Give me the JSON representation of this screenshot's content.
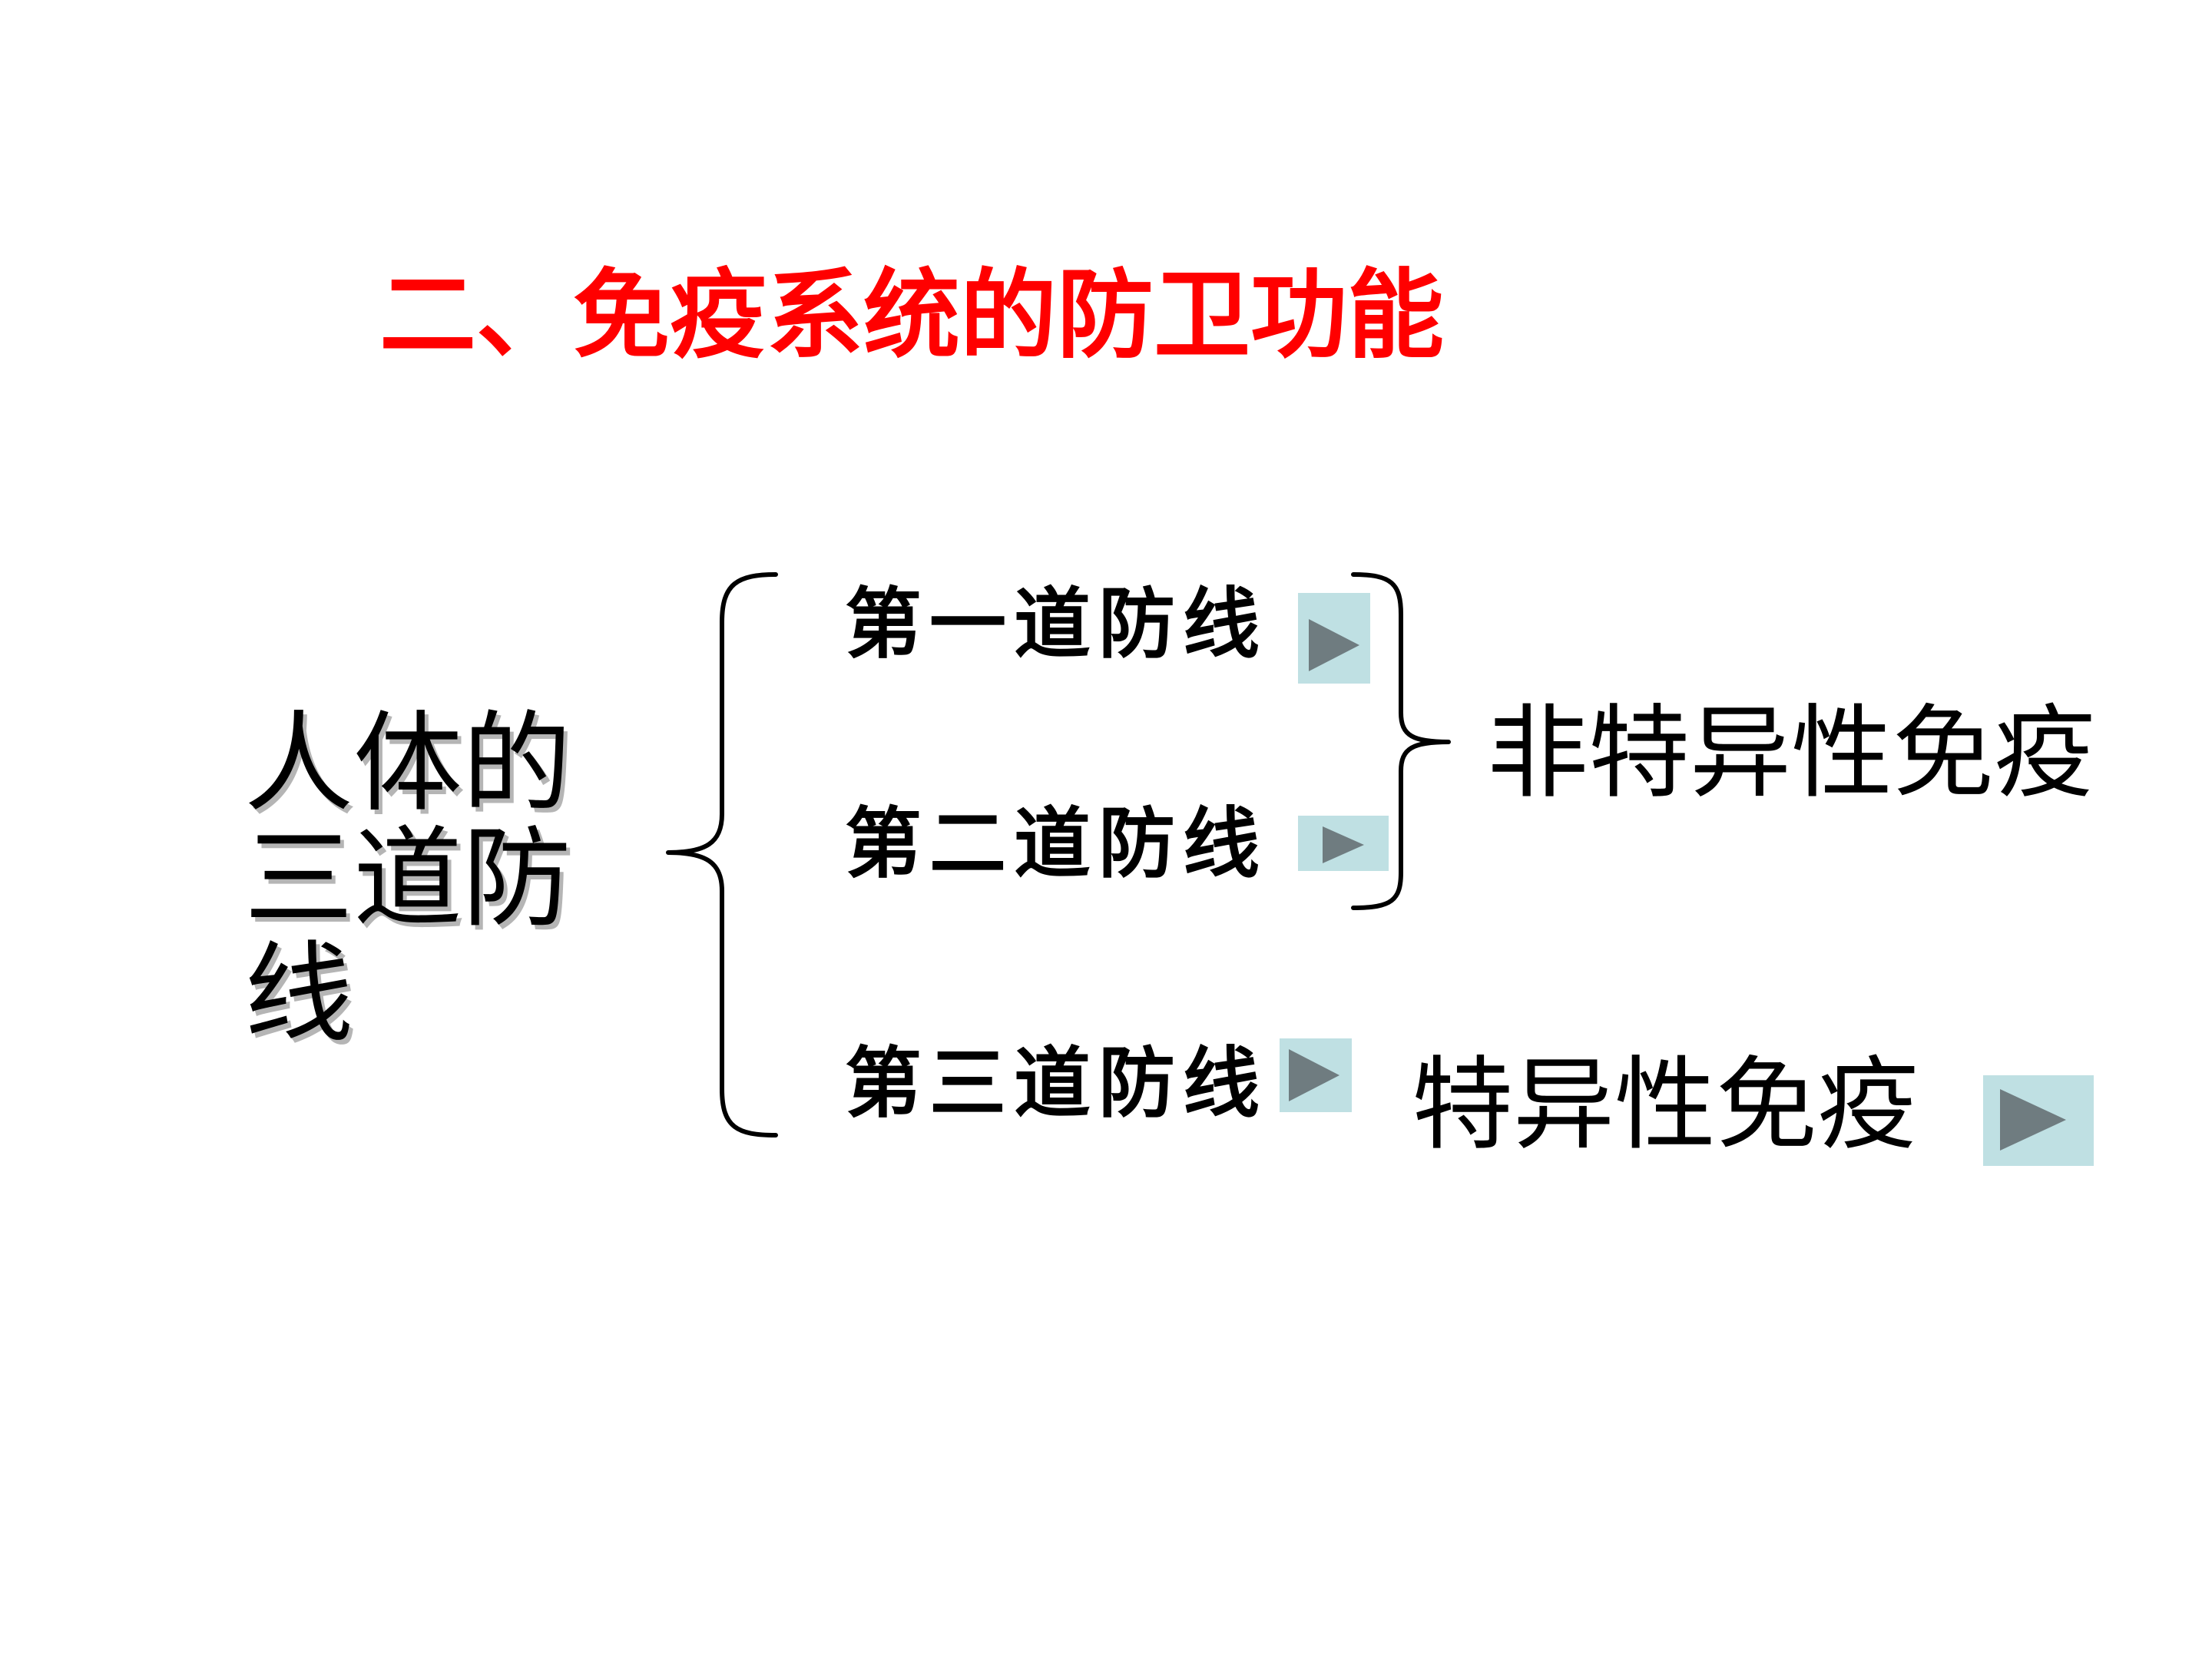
{
  "slide": {
    "title": "二、免疫系统的防卫功能",
    "left_label": "人体的三道防线",
    "lines": [
      {
        "label": "第一道防线"
      },
      {
        "label": "第二道防线"
      },
      {
        "label": "第三道防线"
      }
    ],
    "nonspecific_immunity": "非特异性免疫",
    "specific_immunity": "特异性免疫"
  },
  "colors": {
    "title": "#ff0000",
    "text": "#000000",
    "button_bg": "#bfe0e3",
    "button_icon": "#6f7c80"
  },
  "icons": {
    "play": "play-icon"
  }
}
